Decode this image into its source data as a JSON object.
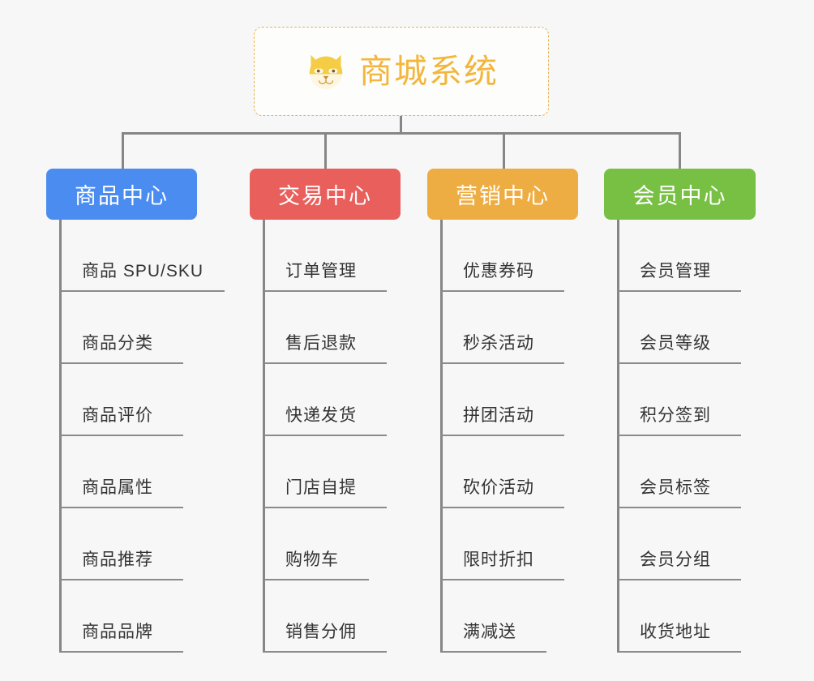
{
  "diagram": {
    "title": "商城系统",
    "root_icon": "shiba-dog-face-icon",
    "colors": {
      "background": "#f7f7f7",
      "root_border": "#e8b452",
      "root_text": "#f2b63c",
      "connector": "#868686",
      "leaf_text": "#333333",
      "leaf_underline": "#8b8b8b"
    },
    "categories": [
      {
        "label": "商品中心",
        "color": "#4a8cf0",
        "items": [
          "商品 SPU/SKU",
          "商品分类",
          "商品评价",
          "商品属性",
          "商品推荐",
          "商品品牌"
        ]
      },
      {
        "label": "交易中心",
        "color": "#e85f5c",
        "items": [
          "订单管理",
          "售后退款",
          "快递发货",
          "门店自提",
          "购物车",
          "销售分佣"
        ]
      },
      {
        "label": "营销中心",
        "color": "#eead43",
        "items": [
          "优惠券码",
          "秒杀活动",
          "拼团活动",
          "砍价活动",
          "限时折扣",
          "满减送"
        ]
      },
      {
        "label": "会员中心",
        "color": "#78c043",
        "items": [
          "会员管理",
          "会员等级",
          "积分签到",
          "会员标签",
          "会员分组",
          "收货地址"
        ]
      }
    ]
  }
}
